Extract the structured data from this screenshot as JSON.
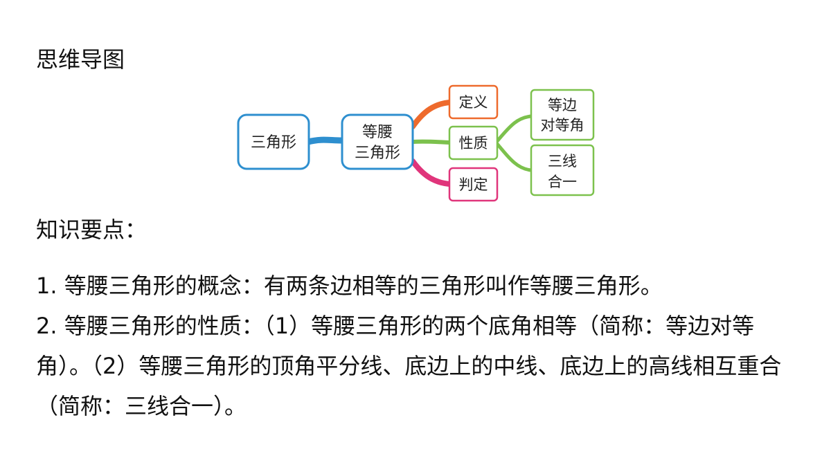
{
  "heading": "思维导图",
  "mindmap": {
    "root": "三角形",
    "center_line1": "等腰",
    "center_line2": "三角形",
    "def": "定义",
    "prop": "性质",
    "judge": "判定",
    "prop1_line1": "等边",
    "prop1_line2": "对等角",
    "prop2_line1": "三线",
    "prop2_line2": "合一",
    "colors": {
      "blue": "#2e8fcf",
      "orange": "#ee6a2c",
      "green": "#7cc14d",
      "pink": "#e0357b"
    }
  },
  "key_points_heading": "知识要点：",
  "points": [
    "1. 等腰三角形的概念：有两条边相等的三角形叫作等腰三角形。",
    "2. 等腰三角形的性质：（1）等腰三角形的两个底角相等（简称：等边对等角）。（2）等腰三角形的顶角平分线、底边上的中线、底边上的高线相互重合（简称：三线合一）。"
  ]
}
